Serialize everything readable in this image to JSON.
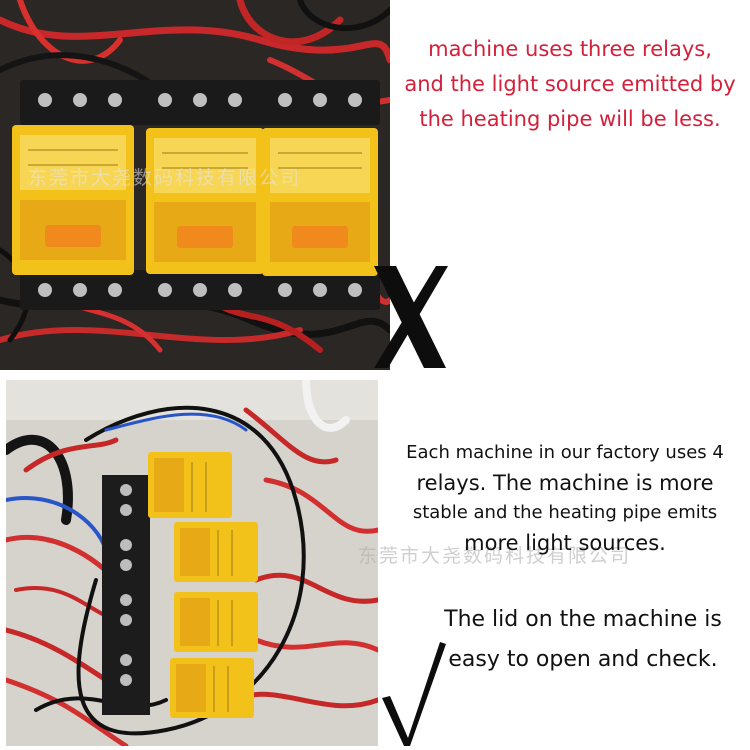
{
  "top_caption": {
    "line1": "machine uses three relays,",
    "line2": "and the light source emitted by",
    "line3": "the heating pipe will be less."
  },
  "bottom_caption_1": {
    "line1": "Each machine in our factory uses 4",
    "line2": "relays. The machine is more",
    "line3": "stable and the heating pipe emits",
    "line4": "more light sources."
  },
  "bottom_caption_2": {
    "line1": "The lid on the machine is",
    "line2": "easy to open and check."
  },
  "watermark": "东莞市大尧数码科技有限公司",
  "marks": {
    "top": "cross-mark-icon",
    "bottom": "check-mark-icon"
  },
  "colors": {
    "caption_red": "#d4203a",
    "relay_yellow": "#f2c21b",
    "relay_orange": "#f08a1c"
  }
}
